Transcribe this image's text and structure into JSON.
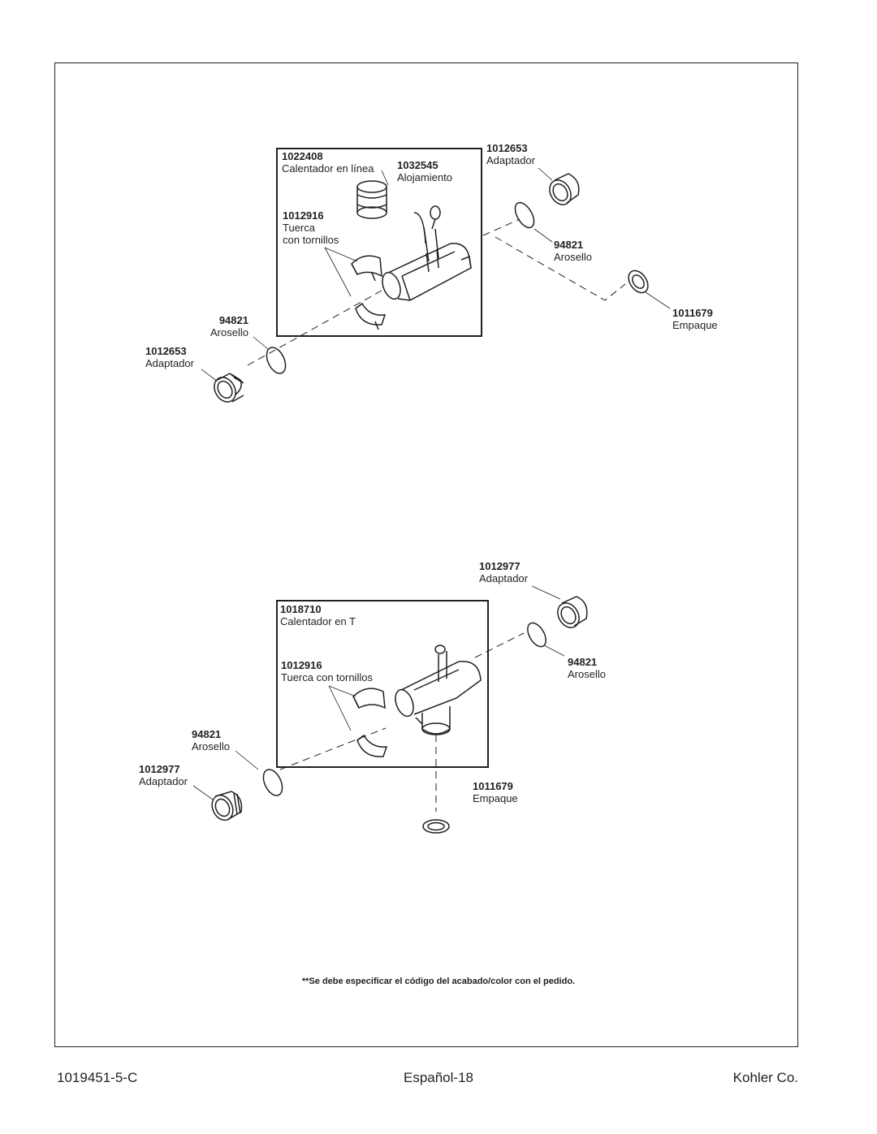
{
  "diagram": {
    "inline": {
      "heater": {
        "part": "1022408",
        "name": "Calentador en línea"
      },
      "housing": {
        "part": "1032545",
        "name": "Alojamiento"
      },
      "nut": {
        "part": "1012916",
        "name": "Tuerca",
        "name2": "con tornillos"
      },
      "oring_left": {
        "part": "94821",
        "name": "Arosello"
      },
      "adapter_left": {
        "part": "1012653",
        "name": "Adaptador"
      },
      "adapter_right": {
        "part": "1012653",
        "name": "Adaptador"
      },
      "oring_right": {
        "part": "94821",
        "name": "Arosello"
      },
      "gasket": {
        "part": "1011679",
        "name": "Empaque"
      }
    },
    "tee": {
      "heater": {
        "part": "1018710",
        "name": "Calentador en T"
      },
      "nut": {
        "part": "1012916",
        "name": "Tuerca con tornillos"
      },
      "oring_left": {
        "part": "94821",
        "name": "Arosello"
      },
      "adapter_left": {
        "part": "1012977",
        "name": "Adaptador"
      },
      "adapter_right": {
        "part": "1012977",
        "name": "Adaptador"
      },
      "oring_right": {
        "part": "94821",
        "name": "Arosello"
      },
      "gasket": {
        "part": "1011679",
        "name": "Empaque"
      }
    }
  },
  "note": "**Se debe especificar el código del acabado/color con el pedido.",
  "footer": {
    "doc_number": "1019451-5-C",
    "page": "Español-18",
    "company": "Kohler Co."
  }
}
